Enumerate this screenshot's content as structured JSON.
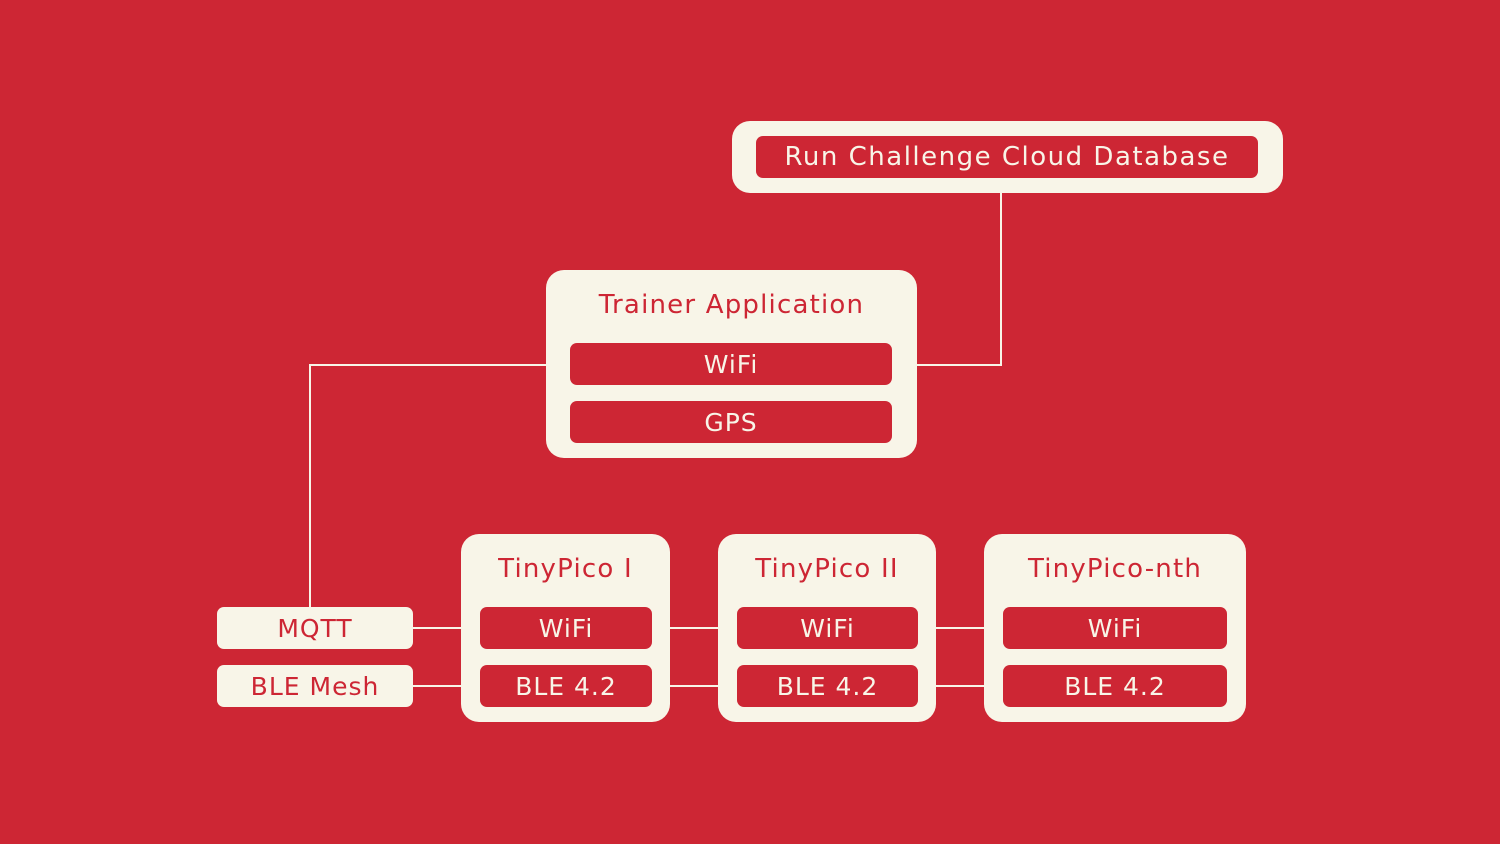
{
  "colors": {
    "background": "#cd2634",
    "card": "#f8f5e8",
    "accent": "#cd2634"
  },
  "cloud": {
    "label": "Run Challenge Cloud Database"
  },
  "trainer": {
    "title": "Trainer Application",
    "chips": [
      "WiFi",
      "GPS"
    ]
  },
  "protocols": {
    "mqtt": "MQTT",
    "ble_mesh": "BLE Mesh"
  },
  "devices": [
    {
      "title": "TinyPico I",
      "chips": [
        "WiFi",
        "BLE 4.2"
      ]
    },
    {
      "title": "TinyPico II",
      "chips": [
        "WiFi",
        "BLE 4.2"
      ]
    },
    {
      "title": "TinyPico-nth",
      "chips": [
        "WiFi",
        "BLE 4.2"
      ]
    }
  ]
}
